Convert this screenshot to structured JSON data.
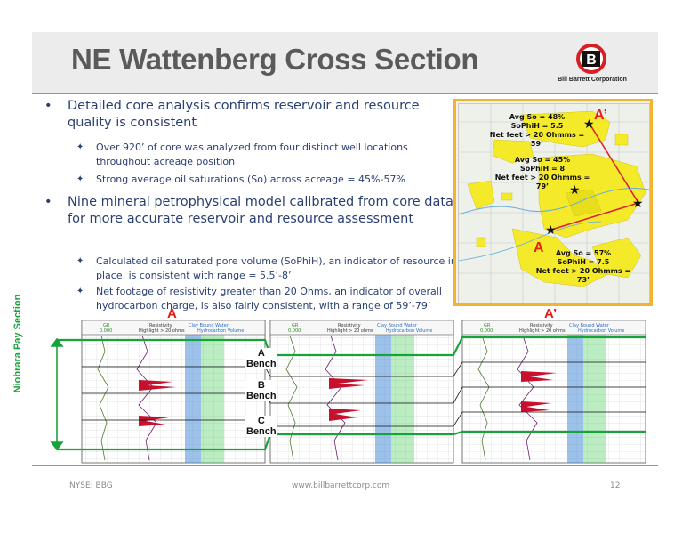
{
  "header": {
    "title": "NE Wattenberg Cross Section"
  },
  "logo": {
    "letter": "B",
    "text": "Bill Barrett Corporation"
  },
  "bullets": [
    {
      "text": "Detailed core analysis confirms reservoir and resource quality is consistent",
      "sub": [
        "Over 920’ of core was analyzed from four distinct well locations throughout acreage position",
        "Strong average oil saturations (So) across acreage =  45%-57%"
      ]
    },
    {
      "text": "Nine mineral petrophysical model calibrated from core data for more accurate reservoir and resource assessment",
      "sub": [
        "Calculated oil saturated pore volume (SoPhiH), an indicator of resource in place, is consistent with range = 5.5’-8’",
        "Net footage of resistivity greater than 20 Ohms, an indicator of overall hydrocarbon charge, is also fairly consistent, with a range of 59’-79’"
      ]
    }
  ],
  "map": {
    "point_top": "A’",
    "point_bottom": "A",
    "ann1": [
      "Avg So = 48%",
      "SoPhiH =  5.5",
      "Net feet > 20 Ohmms = 59’"
    ],
    "ann2": [
      "Avg So = 45%",
      "SoPhiH =  8",
      "Net feet > 20 Ohmms = 79’"
    ],
    "ann3": [
      "Avg So = 57%",
      "SoPhiH =  7.5",
      "Net feet > 20 Ohmms = 73’"
    ],
    "colors": {
      "acreage": "#f5ea2a",
      "line": "#d8242a",
      "border": "#f0b430"
    }
  },
  "logs": {
    "label_left": "A",
    "label_right": "A’",
    "track_headers": {
      "gr": "GR",
      "gr_range": "0.000",
      "res": "Resistivity",
      "res_sub": "Highlight > 20 ohms",
      "clay": "Clay Bound Water",
      "hc": "Hydrocarbon Volume"
    },
    "benches": [
      "A\nBench",
      "B\nBench",
      "C\nBench"
    ],
    "section_label": "Niobrara Pay Section",
    "colors": {
      "pay_line": "#18a33a",
      "res_fill": "#c8102e",
      "water": "#4a90d9",
      "hc": "#3fc84f"
    }
  },
  "footer": {
    "ticker": "NYSE: BBG",
    "url": "www.billbarrettcorp.com",
    "page": "12"
  }
}
